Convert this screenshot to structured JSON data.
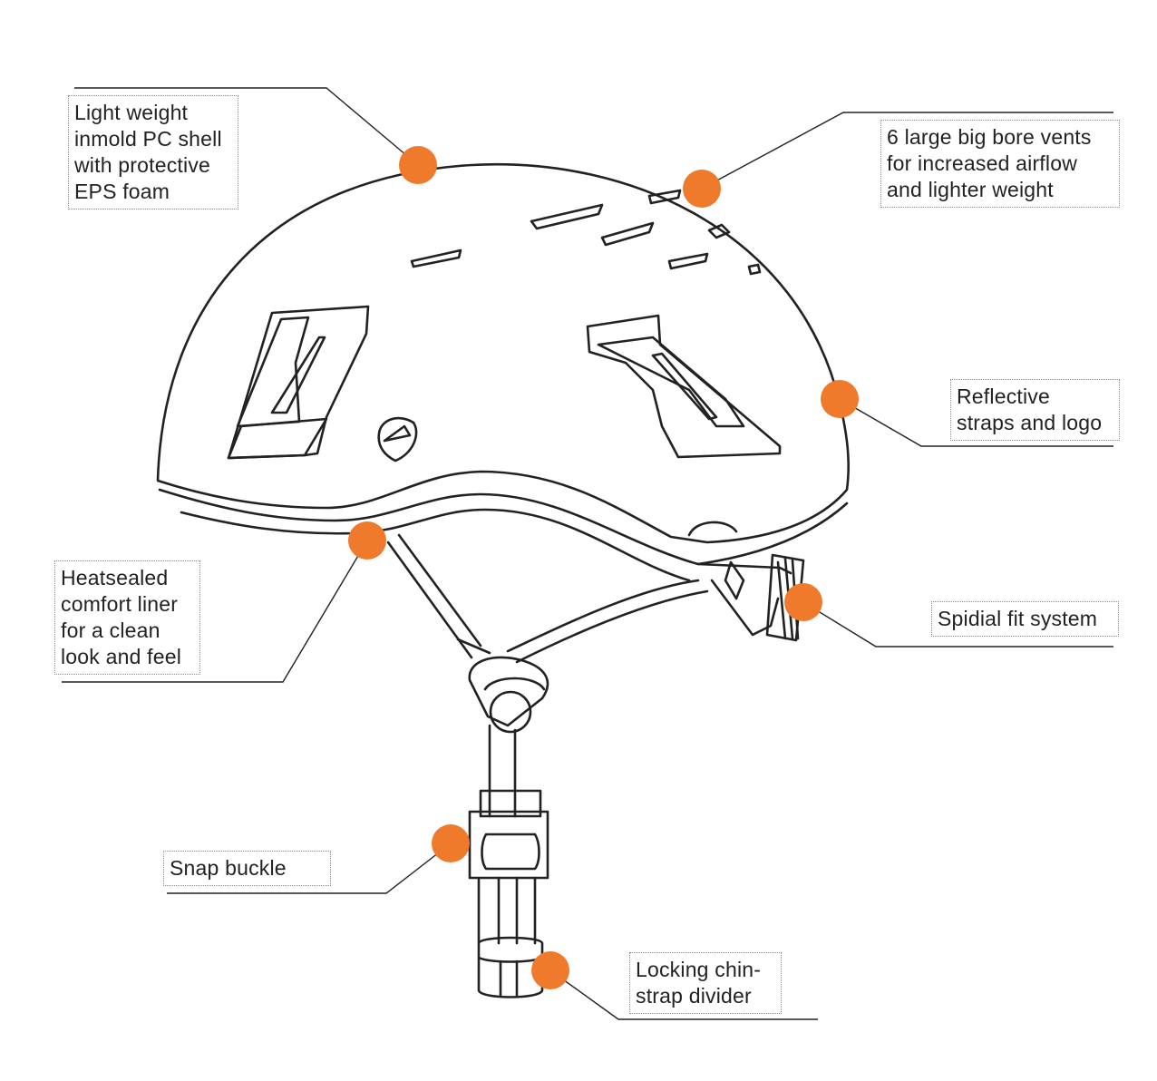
{
  "diagram": {
    "accent_color": "#f07a2c",
    "line_color": "#222222",
    "callouts": [
      {
        "id": "shell",
        "lines": [
          "Light weight",
          "inmold PC shell",
          "with protective",
          "EPS foam"
        ]
      },
      {
        "id": "vents",
        "lines": [
          "6 large big bore vents",
          "for increased airflow",
          "and lighter weight"
        ]
      },
      {
        "id": "reflective",
        "lines": [
          "Reflective",
          "straps and logo"
        ]
      },
      {
        "id": "liner",
        "lines": [
          "Heatsealed",
          "comfort liner",
          "for a clean",
          "look and feel"
        ]
      },
      {
        "id": "fit",
        "lines": [
          "Spidial fit system"
        ]
      },
      {
        "id": "buckle",
        "lines": [
          "Snap buckle"
        ]
      },
      {
        "id": "divider",
        "lines": [
          "Locking chin-",
          "strap divider"
        ]
      }
    ]
  }
}
